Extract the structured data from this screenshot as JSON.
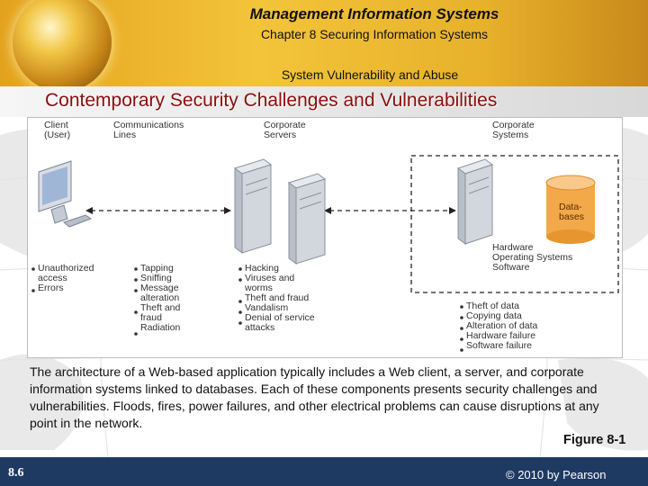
{
  "header": {
    "course_title": "Management Information Systems",
    "chapter": "Chapter 8 Securing Information Systems",
    "section": "System Vulnerability and Abuse"
  },
  "slide": {
    "title": "Contemporary Security Challenges and Vulnerabilities"
  },
  "figure": {
    "column_headers": {
      "client": "Client\n(User)",
      "communications": "Communications\nLines",
      "servers": "Corporate\nServers",
      "systems": "Corporate\nSystems"
    },
    "database_label": "Data-\nbases",
    "systems_components": "Hardware\nOperating Systems\nSoftware",
    "client_threats": [
      "Unauthorized access",
      "Errors"
    ],
    "communication_threats": [
      "Tapping",
      "Sniffing",
      "Message alteration",
      "Theft and fraud",
      "Radiation"
    ],
    "server_threats": [
      "Hacking",
      "Viruses and worms",
      "Theft and fraud",
      "Vandalism",
      "Denial of service attacks"
    ],
    "system_threats": [
      "Theft of data",
      "Copying data",
      "Alteration of data",
      "Hardware failure",
      "Software failure"
    ]
  },
  "caption": "The architecture of a Web-based application typically includes a Web client, a server, and corporate information systems linked to databases. Each of these components presents security challenges and vulnerabilities. Floods, fires, power failures, and other electrical problems can cause disruptions at any point in the network.",
  "figure_ref": "Figure 8-1",
  "footer": {
    "page": "8.6",
    "copyright": "© 2010 by Pearson"
  },
  "colors": {
    "header_gold": "#e9b12c",
    "title_red": "#8b0d0d",
    "footer_navy": "#1f3a62",
    "database_orange": "#f2a94a"
  }
}
